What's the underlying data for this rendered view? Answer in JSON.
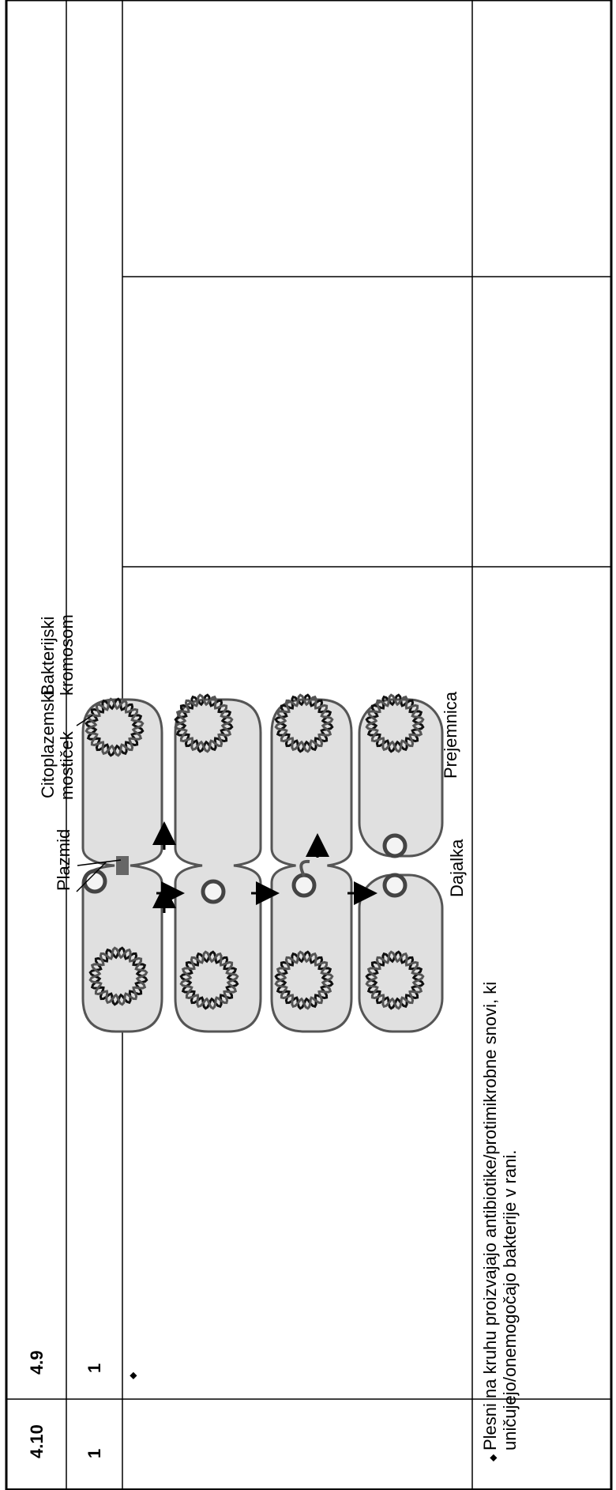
{
  "rows": [
    {
      "id": "4.9",
      "points": "1",
      "bullet": "◆",
      "figure": {
        "labels": {
          "plasmid": "Plazmid",
          "bridge_line1": "Citoplazemski",
          "bridge_line2": "mostiček",
          "chromosome_line1": "Bakterijski",
          "chromosome_line2": "kromosom",
          "donor": "Dajalka",
          "recipient": "Prejemnica"
        }
      }
    },
    {
      "id": "4.10",
      "points": "1",
      "bullet": "◆",
      "answer_line1": "Plesni na kruhu proizvajajo antibiotike/protimikrobne snovi, ki",
      "answer_line2": "uničujejo/onemogočajo bakterije v rani."
    }
  ]
}
